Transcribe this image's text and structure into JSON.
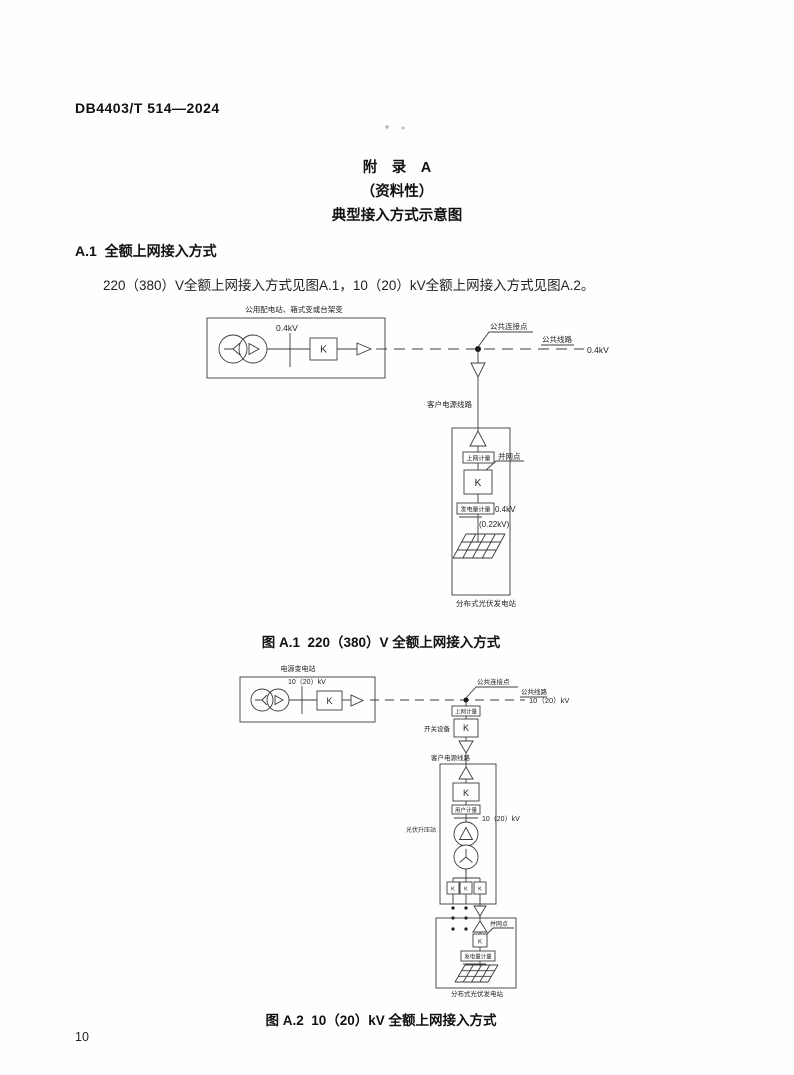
{
  "page": {
    "header": "DB4403/T 514—2024",
    "page_number": "10"
  },
  "appendix": {
    "title_line1": "附　录　A",
    "title_line2": "（资料性）",
    "title_line3": "典型接入方式示意图",
    "section_heading": "A.1  全额上网接入方式",
    "paragraph": "220（380）V全额上网接入方式见图A.1，10（20）kV全额上网接入方式见图A.2。"
  },
  "figure_a1": {
    "caption": "图 A.1  220（380）V 全额上网接入方式",
    "labels": {
      "source_station": "公用配电站、箱式变或台架变",
      "voltage_internal": "0.4kV",
      "k_device": "K",
      "pcc": "公共连接点",
      "public_line": "公共线路",
      "voltage_line": "0.4kV",
      "customer_line": "客户电源线路",
      "export_meter": "上网计量",
      "grid_point": "并网点",
      "gen_meter": "发电量计量",
      "gen_voltage": "0.4kV",
      "gen_voltage_alt": "(0.22kV)",
      "pv_station": "分布式光伏发电站"
    }
  },
  "figure_a2": {
    "caption": "图 A.2  10（20）kV 全额上网接入方式",
    "labels": {
      "source_station": "电源变电站",
      "voltage_internal": "10（20）kV",
      "k_device": "K",
      "pcc": "公共连接点",
      "public_line": "公共线路",
      "voltage_line": "10（20）kV",
      "export_meter": "上网计量",
      "switchgear": "开关设备",
      "customer_line": "客户电源线路",
      "booster_station": "光伏升压站",
      "user_meter": "用户计量",
      "booster_voltage": "10（20）kV",
      "grid_point": "并网点",
      "gen_meter": "发电量计量",
      "pv_station": "分布式光伏发电站"
    }
  }
}
